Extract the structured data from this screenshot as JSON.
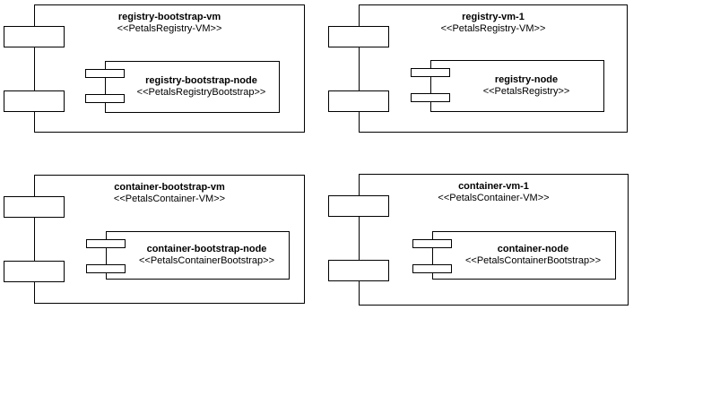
{
  "diagram": {
    "type": "uml-deployment-components",
    "colors": {
      "background": "#ffffff",
      "shape_fill": "#ffffff",
      "line": "#000000",
      "text": "#000000"
    },
    "components": [
      {
        "name": "registry-bootstrap-vm",
        "stereotype": "<<PetalsRegistry-VM>>",
        "node": {
          "name": "registry-bootstrap-node",
          "stereotype": "<<PetalsRegistryBootstrap>>"
        }
      },
      {
        "name": "registry-vm-1",
        "stereotype": "<<PetalsRegistry-VM>>",
        "node": {
          "name": "registry-node",
          "stereotype": "<<PetalsRegistry>>"
        }
      },
      {
        "name": "container-bootstrap-vm",
        "stereotype": "<<PetalsContainer-VM>>",
        "node": {
          "name": "container-bootstrap-node",
          "stereotype": "<<PetalsContainerBootstrap>>"
        }
      },
      {
        "name": "container-vm-1",
        "stereotype": "<<PetalsContainer-VM>>",
        "node": {
          "name": "container-node",
          "stereotype": "<<PetalsContainerBootstrap>>"
        }
      }
    ]
  }
}
